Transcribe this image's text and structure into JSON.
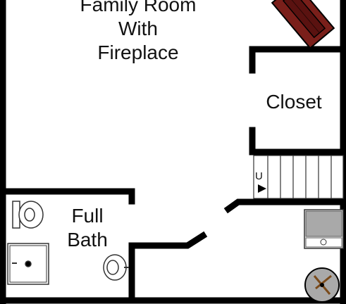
{
  "rooms": {
    "family_room": {
      "line1": "Family Room",
      "line2": "With",
      "line3": "Fireplace"
    },
    "closet": {
      "label": "Closet"
    },
    "full_bath": {
      "line1": "Full",
      "line2": "Bath"
    }
  },
  "stairs": {
    "direction_letter": "U"
  },
  "colors": {
    "wall": "#000000",
    "fireplace": "#7a1f1a",
    "appliance": "#a9a9a9",
    "fixture_outline": "#333333"
  }
}
